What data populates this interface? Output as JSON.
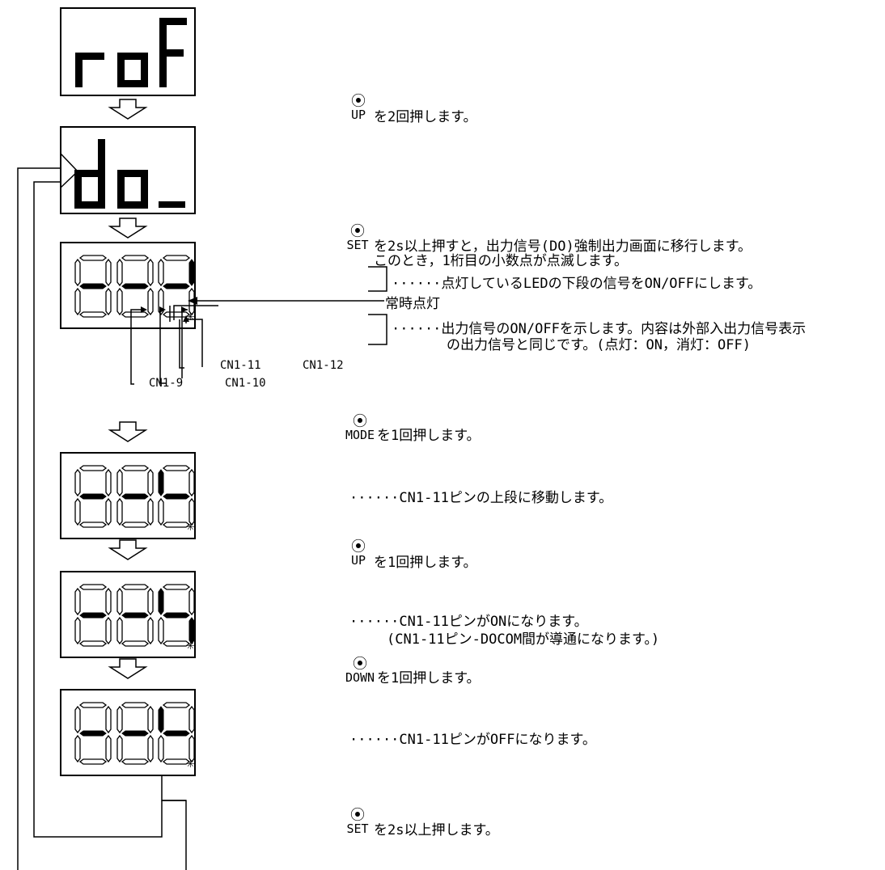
{
  "title": "",
  "displays": {
    "d1": "roF",
    "d2": "do_"
  },
  "buttons": {
    "up": "UP",
    "set": "SET",
    "mode": "MODE",
    "down": "DOWN"
  },
  "instructions": {
    "step1": "を2回押します。",
    "step2_line1": "を2s以上押すと，出力信号(DO)強制出力画面に移行します。",
    "step2_line2": "このとき，1桁目の小数点が点滅します。",
    "note_upper": "······点灯しているLEDの下段の信号をON/OFFにします。",
    "always_on": "常時点灯",
    "note_lower_line1": "······出力信号のON/OFFを示します。内容は外部入出力信号表示",
    "note_lower_line2": "の出力信号と同じです。(点灯：ON，消灯：OFF)",
    "step3": "を1回押します。",
    "step3_result": "······CN1-11ピンの上段に移動します。",
    "step4": "を1回押します。",
    "step4_result_line1": "······CN1-11ピンがONになります。",
    "step4_result_line2": "(CN1-11ピン-DOCOM間が導通になります。)",
    "step5": "を1回押します。",
    "step5_result": "······CN1-11ピンがOFFになります。",
    "step6": "を2s以上押します。"
  },
  "pins": {
    "cn1_9": "CN1-9",
    "cn1_10": "CN1-10",
    "cn1_11": "CN1-11",
    "cn1_12": "CN1-12"
  }
}
